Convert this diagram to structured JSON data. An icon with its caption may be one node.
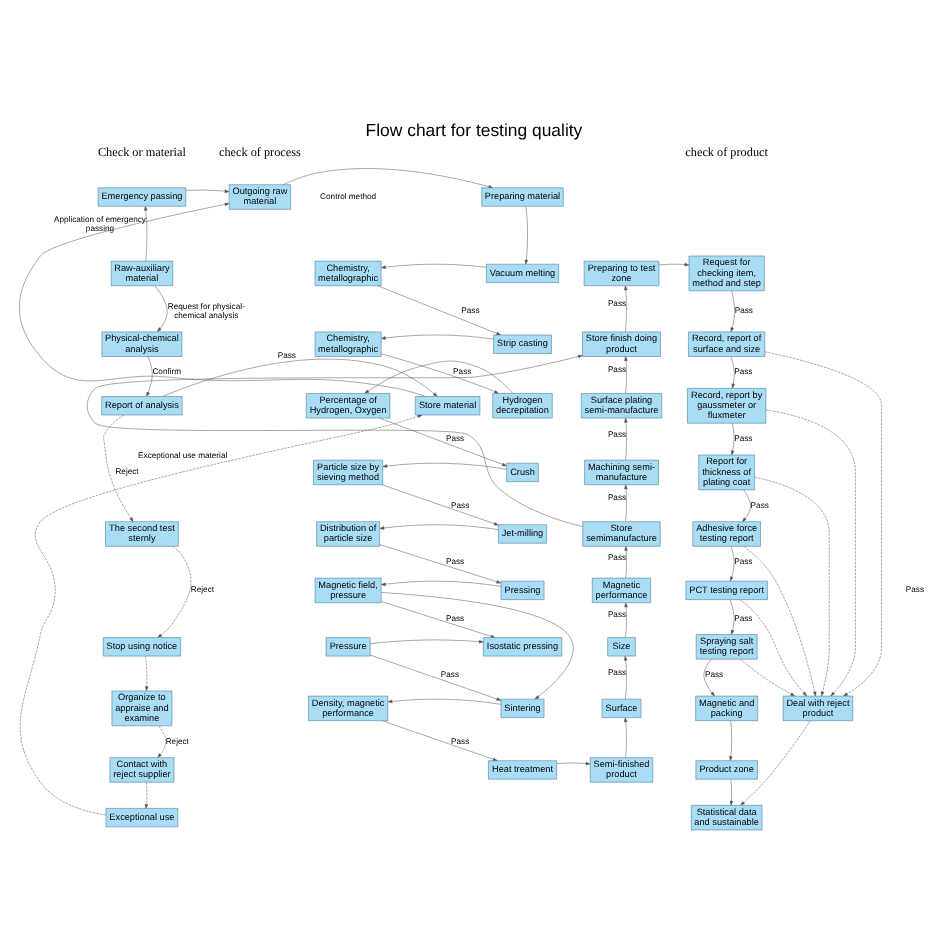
{
  "diagram": {
    "title": "Flow chart for testing quality",
    "nodes": [
      {
        "text": [
          "Emergency passing"
        ]
      },
      {
        "text": [
          "Raw-auxiliary material"
        ]
      },
      {
        "text": [
          "Physical-chemical analysis"
        ]
      },
      {
        "text": [
          "Report of analysis"
        ]
      },
      {
        "text": [
          "The second test sternly"
        ]
      },
      {
        "text": [
          "Stop using notice"
        ]
      },
      {
        "text": [
          "Organize to appraise and examine"
        ]
      },
      {
        "text": [
          "Contact with reject supplier"
        ]
      },
      {
        "text": [
          "Exceptional use"
        ]
      },
      {
        "text": [
          "Store material"
        ]
      },
      {
        "text": [
          "Outgoing raw material"
        ]
      },
      {
        "text": [
          "Preparing material"
        ]
      },
      {
        "text": [
          "Vacuum melting"
        ]
      },
      {
        "text": [
          "Chemistry, metallographic"
        ]
      },
      {
        "text": [
          "Strip casting"
        ]
      },
      {
        "text": [
          "Chemistry, metallographic"
        ]
      },
      {
        "text": [
          "Hydrogen decrepitation"
        ]
      },
      {
        "text": [
          "Percentage of Hydrogen, Oxygen"
        ]
      },
      {
        "text": [
          "Crush"
        ]
      },
      {
        "text": [
          "Particle size by sieving method"
        ]
      },
      {
        "text": [
          "Jet-milling"
        ]
      },
      {
        "text": [
          "Distribution of particle size"
        ]
      },
      {
        "text": [
          "Pressing"
        ]
      },
      {
        "text": [
          "Magnetic field, pressure"
        ]
      },
      {
        "text": [
          "Isostatic pressing"
        ]
      },
      {
        "text": [
          "Pressure"
        ]
      },
      {
        "text": [
          "Sintering"
        ]
      },
      {
        "text": [
          "Density, magnetic performance"
        ]
      },
      {
        "text": [
          "Heat treatment"
        ]
      },
      {
        "text": [
          "Semi-finished product"
        ]
      },
      {
        "text": [
          "Surface"
        ]
      },
      {
        "text": [
          "Size"
        ]
      },
      {
        "text": [
          "Magnetic performance"
        ]
      },
      {
        "text": [
          "Store semimanufacture"
        ]
      },
      {
        "text": [
          "Machining semi-manufacture"
        ]
      },
      {
        "text": [
          "Surface plating semi-manufacture"
        ]
      },
      {
        "text": [
          "Store finish doing product"
        ]
      },
      {
        "text": [
          "Preparing to test zone"
        ]
      },
      {
        "text": [
          "Request for checking item, method and step"
        ]
      },
      {
        "text": [
          "Record, report of surface and size"
        ]
      },
      {
        "text": [
          "Record, report by gaussmeter or fluxmeter"
        ]
      },
      {
        "text": [
          "Report for thickness of plating coat"
        ]
      },
      {
        "text": [
          "Adhesive force testing report"
        ]
      },
      {
        "text": [
          "PCT testing report"
        ]
      },
      {
        "text": [
          "Spraying salt testing report"
        ]
      },
      {
        "text": [
          "Magnetic and packing"
        ]
      },
      {
        "text": [
          "Product zone"
        ]
      },
      {
        "text": [
          "Statistical data and sustainable"
        ]
      },
      {
        "text": [
          "Deal with reject product"
        ]
      }
    ],
    "edges": [
      {
        "from": 1,
        "to": 0,
        "arrow": "to",
        "label": "Application of emergency passing"
      },
      {
        "from": 0,
        "to": 10,
        "arrow": "to"
      },
      {
        "from": 1,
        "to": 2,
        "arrow": "to",
        "label": "Request for physical-chemical analysis"
      },
      {
        "from": 2,
        "to": 3,
        "arrow": "to",
        "label": "Confirm"
      },
      {
        "from": 3,
        "to": 9,
        "arrow": "to",
        "label": "Pass"
      },
      {
        "from": 9,
        "to": 10,
        "arrow": "to"
      },
      {
        "from": 3,
        "to": 4,
        "arrow": "to",
        "label": "Reject",
        "style": "dashed"
      },
      {
        "from": 4,
        "to": 5,
        "arrow": "to",
        "label": "Reject",
        "style": "dashed"
      },
      {
        "from": 5,
        "to": 6,
        "arrow": "to",
        "style": "dashed"
      },
      {
        "from": 6,
        "to": 7,
        "arrow": "to",
        "label": "Reject",
        "style": "dashed"
      },
      {
        "from": 7,
        "to": 8,
        "arrow": "to",
        "style": "dashed"
      },
      {
        "from": 8,
        "to": 9,
        "arrow": "to",
        "label": "Exceptional use material",
        "style": "dashed"
      },
      {
        "from": 10,
        "to": 11,
        "arrow": "to"
      },
      {
        "from": 11,
        "to": 12,
        "arrow": "to"
      },
      {
        "from": 12,
        "to": 13,
        "arrow": "to"
      },
      {
        "from": 13,
        "to": 14,
        "arrow": "to",
        "label": "Pass"
      },
      {
        "from": 14,
        "to": 15,
        "arrow": "to"
      },
      {
        "from": 15,
        "to": 16,
        "arrow": "to",
        "label": "Pass"
      },
      {
        "from": 16,
        "to": 17,
        "arrow": "to"
      },
      {
        "from": 17,
        "to": 18,
        "arrow": "to",
        "label": "Pass"
      },
      {
        "from": 18,
        "to": 19,
        "arrow": "to"
      },
      {
        "from": 19,
        "to": 20,
        "arrow": "to",
        "label": "Pass"
      },
      {
        "from": 20,
        "to": 21,
        "arrow": "to"
      },
      {
        "from": 21,
        "to": 22,
        "arrow": "to",
        "label": "Pass"
      },
      {
        "from": 22,
        "to": 23,
        "arrow": "to"
      },
      {
        "from": 23,
        "to": 24,
        "arrow": "to",
        "label": "Pass"
      },
      {
        "from": 23,
        "to": 26,
        "arrow": "to"
      },
      {
        "from": 25,
        "to": 24,
        "arrow": "to"
      },
      {
        "from": 25,
        "to": 26,
        "arrow": "to",
        "label": "Pass"
      },
      {
        "from": 26,
        "to": 27,
        "arrow": "to"
      },
      {
        "from": 27,
        "to": 28,
        "arrow": "to",
        "label": "Pass"
      },
      {
        "from": 28,
        "to": 29,
        "arrow": "to"
      },
      {
        "from": 29,
        "to": 30,
        "arrow": "to"
      },
      {
        "from": 30,
        "to": 31,
        "arrow": "to",
        "label": "Pass"
      },
      {
        "from": 31,
        "to": 32,
        "arrow": "to",
        "label": "Pass"
      },
      {
        "from": 32,
        "to": 33,
        "arrow": "to",
        "label": "Pass"
      },
      {
        "from": 33,
        "to": 34,
        "arrow": "to",
        "label": "Pass"
      },
      {
        "from": 34,
        "to": 35,
        "arrow": "to",
        "label": "Pass"
      },
      {
        "from": 35,
        "to": 36,
        "arrow": "to",
        "label": "Pass"
      },
      {
        "from": 33,
        "to": 36,
        "arrow": "to"
      },
      {
        "from": 36,
        "to": 37,
        "arrow": "to",
        "label": "Pass"
      },
      {
        "from": 37,
        "to": 38,
        "arrow": "to"
      },
      {
        "from": 38,
        "to": 39,
        "arrow": "to",
        "label": "Pass"
      },
      {
        "from": 39,
        "to": 40,
        "arrow": "to",
        "label": "Pass"
      },
      {
        "from": 40,
        "to": 41,
        "arrow": "to",
        "label": "Pass"
      },
      {
        "from": 41,
        "to": 42,
        "arrow": "to",
        "label": "Pass"
      },
      {
        "from": 42,
        "to": 43,
        "arrow": "to",
        "label": "Pass"
      },
      {
        "from": 43,
        "to": 44,
        "arrow": "to",
        "label": "Pass"
      },
      {
        "from": 44,
        "to": 45,
        "arrow": "to",
        "label": "Pass"
      },
      {
        "from": 45,
        "to": 46,
        "arrow": "to"
      },
      {
        "from": 46,
        "to": 47,
        "arrow": "to"
      },
      {
        "from": 39,
        "to": 48,
        "arrow": "to",
        "style": "dashed"
      },
      {
        "from": 40,
        "to": 48,
        "arrow": "to",
        "style": "dashed"
      },
      {
        "from": 41,
        "to": 48,
        "arrow": "to",
        "style": "dashed"
      },
      {
        "from": 42,
        "to": 48,
        "arrow": "to",
        "style": "dashed"
      },
      {
        "from": 43,
        "to": 48,
        "arrow": "to",
        "style": "dashed"
      },
      {
        "from": 44,
        "to": 48,
        "arrow": "to",
        "style": "dashed"
      },
      {
        "from": 48,
        "to": 47,
        "arrow": "to",
        "style": "dashed"
      }
    ],
    "labels": [
      "Check or material",
      "check of process",
      "check of product",
      "Control method",
      "Pass"
    ]
  }
}
